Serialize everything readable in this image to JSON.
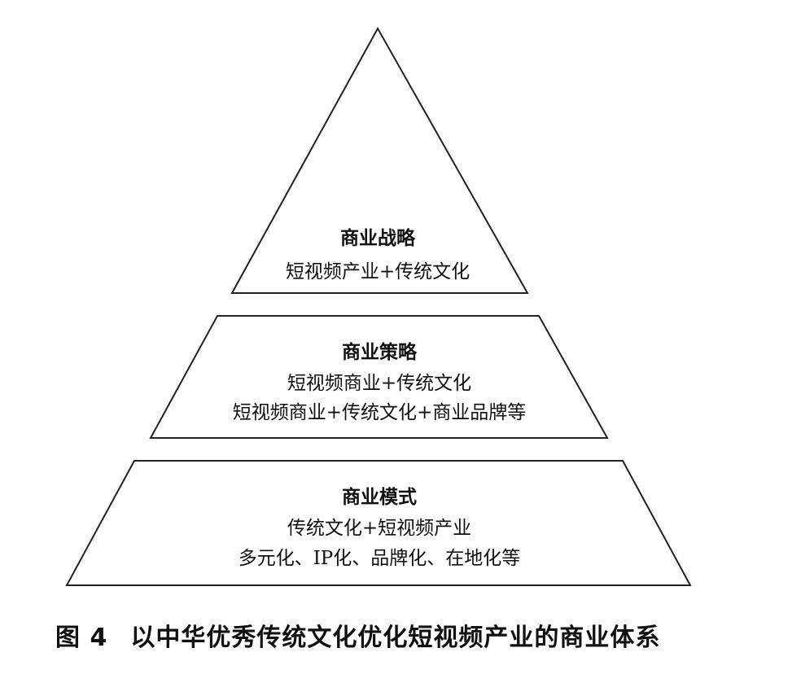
{
  "levels": [
    {
      "title": "商业战略",
      "lines": [
        "短视频产业+传统文化"
      ]
    },
    {
      "title": "商业策略",
      "lines": [
        "短视频商业+传统文化",
        "短视频商业+传统文化+商业品牌等"
      ]
    },
    {
      "title": "商业模式",
      "lines": [
        "传统文化+短视频产业",
        "多元化、IP化、品牌化、在地化等"
      ]
    }
  ],
  "caption": {
    "number": "图 4",
    "text": "以中华优秀传统文化优化短视频产业的商业体系"
  }
}
